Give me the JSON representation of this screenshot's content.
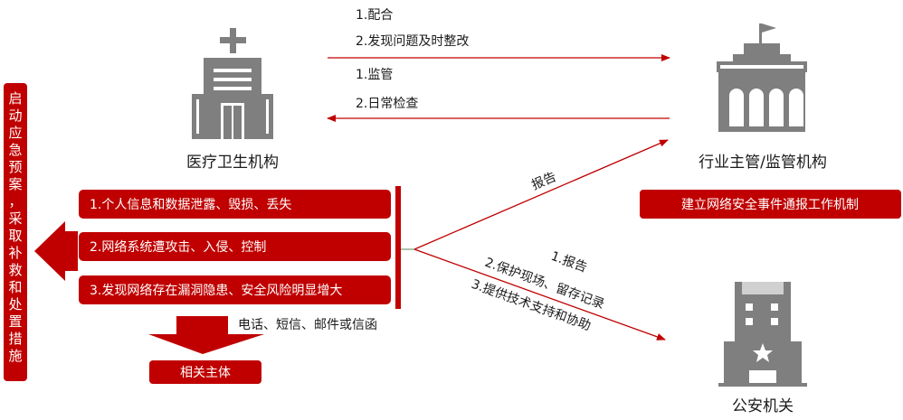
{
  "entities": {
    "hospital": "医疗卫生机构",
    "regulator": "行业主管/监管机构",
    "police": "公安机关"
  },
  "flows": {
    "to_regulator": [
      "1.配合",
      "2.发现问题及时整改"
    ],
    "from_regulator": [
      "1.监管",
      "2.日常检查"
    ],
    "report_up": "报告",
    "to_police": [
      "1.报告",
      "2.保护现场、留存记录",
      "3.提供技术支持和协助"
    ],
    "channels": "电话、短信、邮件或信函"
  },
  "incidents": [
    "1.个人信息和数据泄露、毁损、丢失",
    "2.网络系统遭攻击、入侵、控制",
    "3.发现网络存在漏洞隐患、安全风险明显增大"
  ],
  "emergency_label": [
    "启",
    "动",
    "应",
    "急",
    "预",
    "案",
    "，",
    "采",
    "取",
    "补",
    "救",
    "和",
    "处",
    "置",
    "措",
    "施"
  ],
  "regulator_mechanism": "建立网络安全事件通报工作机制",
  "related_party": "相关主体",
  "colors": {
    "accent": "#c00000",
    "icon_gray": "#7f7f7f",
    "light_gray": "#d0d0d0"
  }
}
